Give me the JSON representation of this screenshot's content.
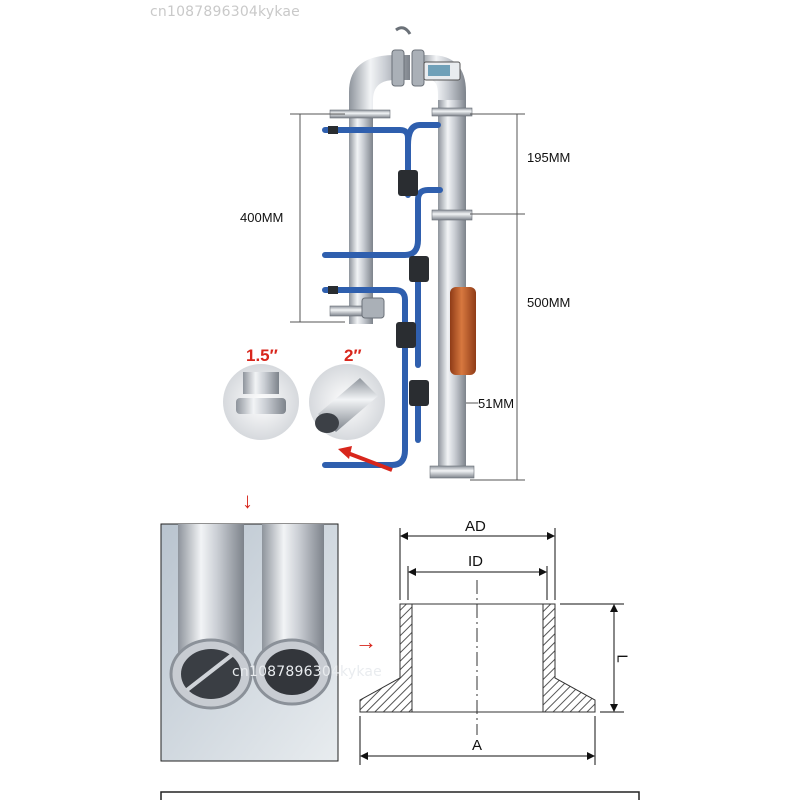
{
  "watermark": "cn1087896304kykae",
  "dimensions": {
    "height_left": "400MM",
    "top_section": "195MM",
    "main_section": "500MM",
    "pipe_diameter": "51MM"
  },
  "fittings": {
    "small": "1.5′′",
    "large": "2′′"
  },
  "drawing_labels": {
    "outer_diameter": "AD",
    "inner_diameter": "ID",
    "length": "L",
    "flange": "A"
  },
  "colors": {
    "hose": "#2f5fae",
    "accent_red": "#d8261c",
    "steel": "#c8ccd2",
    "copper": "#c2622d",
    "hatch": "#555555"
  },
  "icons": {
    "down_arrow": "red-down-arrow-icon",
    "right_arrow": "red-right-arrow-icon"
  }
}
